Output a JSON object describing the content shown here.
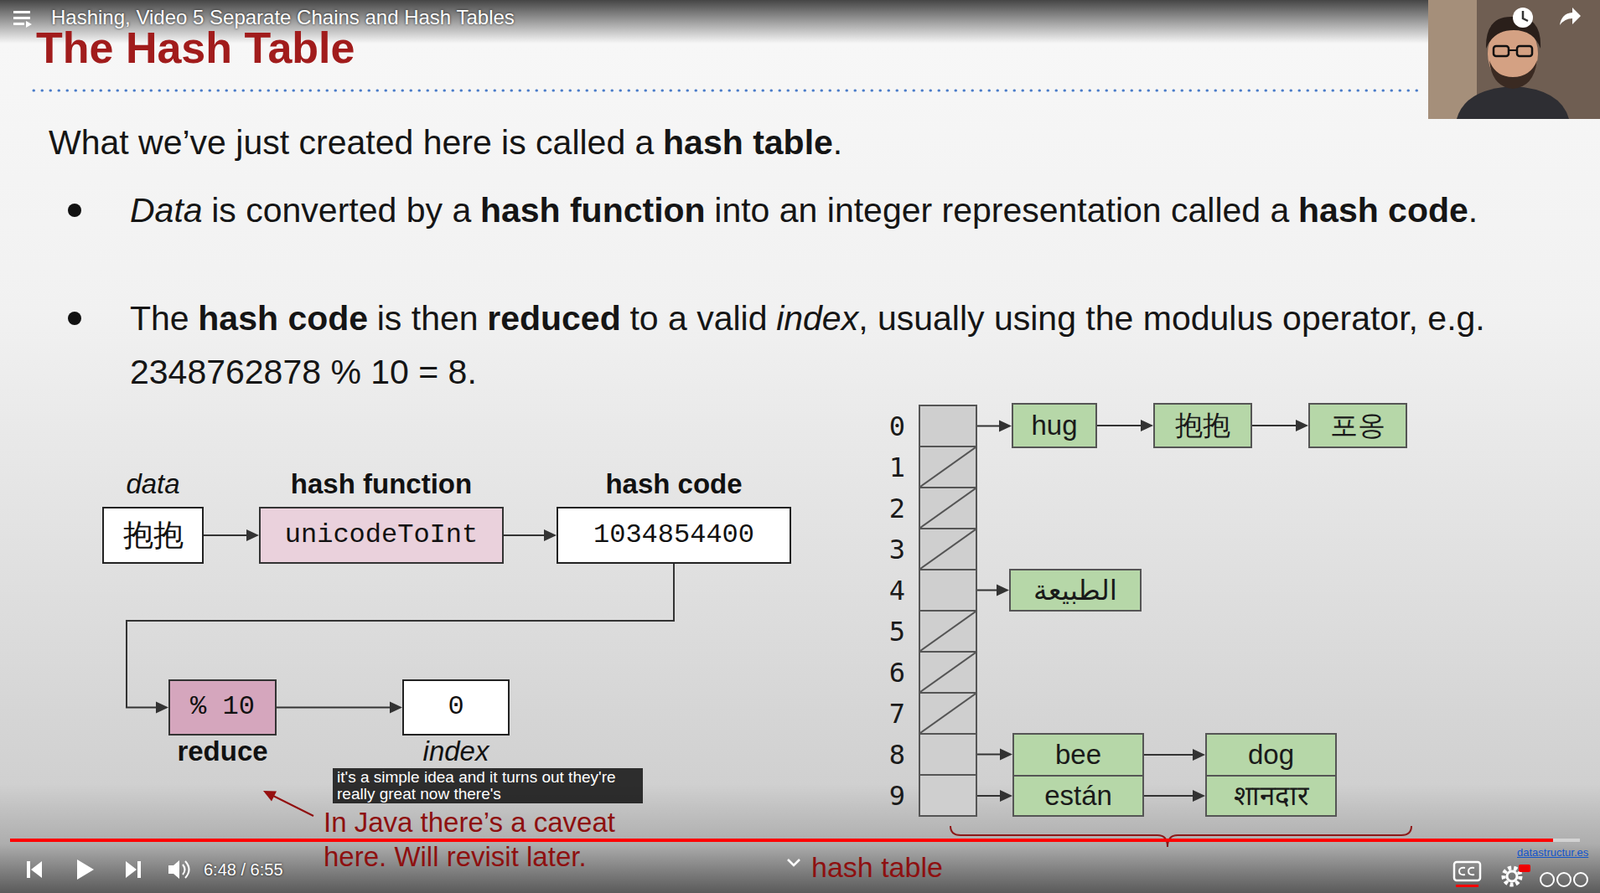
{
  "diagram": {
    "title": "The Hash Table",
    "nodes": [
      {
        "text": [
          "data",
          "抱抱"
        ]
      },
      {
        "text": [
          "hash function",
          "unicodeToInt"
        ]
      },
      {
        "text": [
          "hash code",
          "1034854400"
        ]
      },
      {
        "text": [
          "% 10",
          "reduce"
        ]
      },
      {
        "text": [
          "0",
          "index"
        ]
      },
      {
        "text": [
          "0"
        ]
      },
      {
        "text": [
          "1"
        ]
      },
      {
        "text": [
          "2"
        ]
      },
      {
        "text": [
          "3"
        ]
      },
      {
        "text": [
          "4"
        ]
      },
      {
        "text": [
          "5"
        ]
      },
      {
        "text": [
          "6"
        ]
      },
      {
        "text": [
          "7"
        ]
      },
      {
        "text": [
          "8"
        ]
      },
      {
        "text": [
          "9"
        ]
      },
      {
        "text": [
          "hug"
        ]
      },
      {
        "text": [
          "抱抱"
        ]
      },
      {
        "text": [
          "포옹"
        ]
      },
      {
        "text": [
          "الطبيعة"
        ]
      },
      {
        "text": [
          "bee"
        ]
      },
      {
        "text": [
          "dog"
        ]
      },
      {
        "text": [
          "están"
        ]
      },
      {
        "text": [
          "शानदार"
        ]
      }
    ],
    "edges": [
      {
        "from": 0,
        "to": 1,
        "arrow": "to"
      },
      {
        "from": 1,
        "to": 2,
        "arrow": "to"
      },
      {
        "from": 2,
        "to": 3,
        "arrow": "to"
      },
      {
        "from": 3,
        "to": 4,
        "arrow": "to"
      },
      {
        "from": 5,
        "to": 15,
        "arrow": "to"
      },
      {
        "from": 15,
        "to": 16,
        "arrow": "to"
      },
      {
        "from": 16,
        "to": 17,
        "arrow": "to"
      },
      {
        "from": 9,
        "to": 18,
        "arrow": "to"
      },
      {
        "from": 13,
        "to": 19,
        "arrow": "to"
      },
      {
        "from": 19,
        "to": 20,
        "arrow": "to"
      },
      {
        "from": 14,
        "to": 21,
        "arrow": "to"
      },
      {
        "from": 21,
        "to": 22,
        "arrow": "to"
      }
    ],
    "labels": [
      "Hashing, Video 5 Separate Chains and Hash Tables",
      "What we’ve just created here is called a",
      "hash table",
      ".",
      "Data",
      "is converted by a",
      "hash function",
      "into an integer representation called a",
      "hash code",
      ".",
      "The",
      "hash code",
      "is then",
      "reduced",
      "to a valid",
      "index",
      ", usually using the modulus operator, e.g. 2348762878 % 10 = 8.",
      "In Java there’s a caveat here. Will revisit later.",
      "hash table",
      "it's a simple idea and it turns out they're really great now there's",
      "6:48 / 6:55",
      "datastructur.es"
    ]
  }
}
